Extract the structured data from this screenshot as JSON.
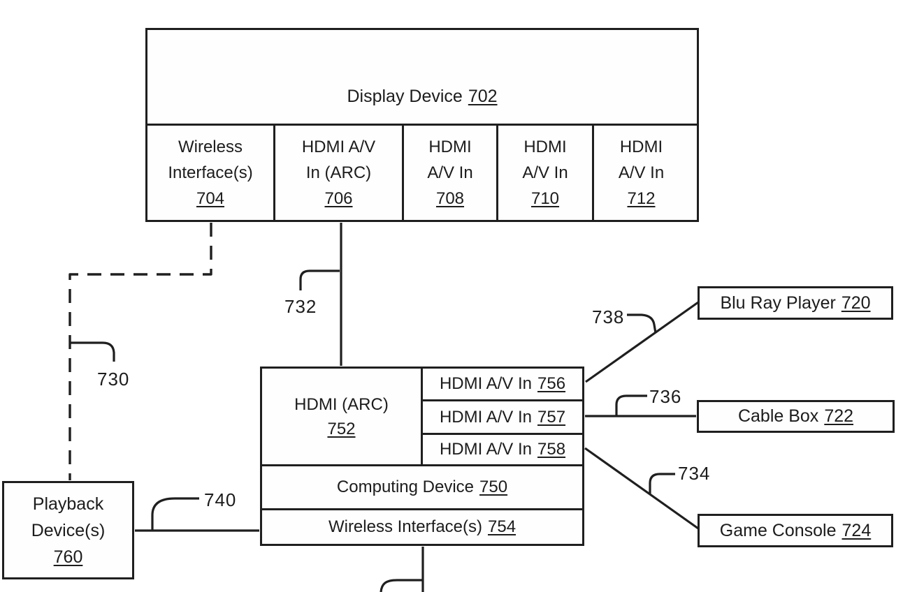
{
  "figure": {
    "display": {
      "title": {
        "text": "Display Device",
        "num": "702"
      },
      "cells": [
        {
          "line1": "Wireless",
          "line2": "Interface(s)",
          "num": "704"
        },
        {
          "line1": "HDMI A/V",
          "line2": "In (ARC)",
          "num": "706"
        },
        {
          "line1": "HDMI",
          "line2": "A/V In",
          "num": "708"
        },
        {
          "line1": "HDMI",
          "line2": "A/V In",
          "num": "710"
        },
        {
          "line1": "HDMI",
          "line2": "A/V In",
          "num": "712"
        }
      ]
    },
    "computing": {
      "hdmi_arc": {
        "text": "HDMI (ARC)",
        "num": "752"
      },
      "inputs": [
        {
          "text": "HDMI A/V In",
          "num": "756"
        },
        {
          "text": "HDMI A/V In",
          "num": "757"
        },
        {
          "text": "HDMI A/V In",
          "num": "758"
        }
      ],
      "device": {
        "text": "Computing Device",
        "num": "750"
      },
      "wireless": {
        "text": "Wireless Interface(s)",
        "num": "754"
      }
    },
    "playback": {
      "line1": "Playback",
      "line2": "Device(s)",
      "num": "760"
    },
    "peripherals": [
      {
        "text": "Blu Ray Player",
        "num": "720"
      },
      {
        "text": "Cable Box",
        "num": "722"
      },
      {
        "text": "Game Console",
        "num": "724"
      }
    ],
    "refs": {
      "r730": "730",
      "r732": "732",
      "r734": "734",
      "r736": "736",
      "r738": "738",
      "r740": "740"
    },
    "colors": {
      "line": "#1f1f1f",
      "background": "#ffffff"
    }
  }
}
